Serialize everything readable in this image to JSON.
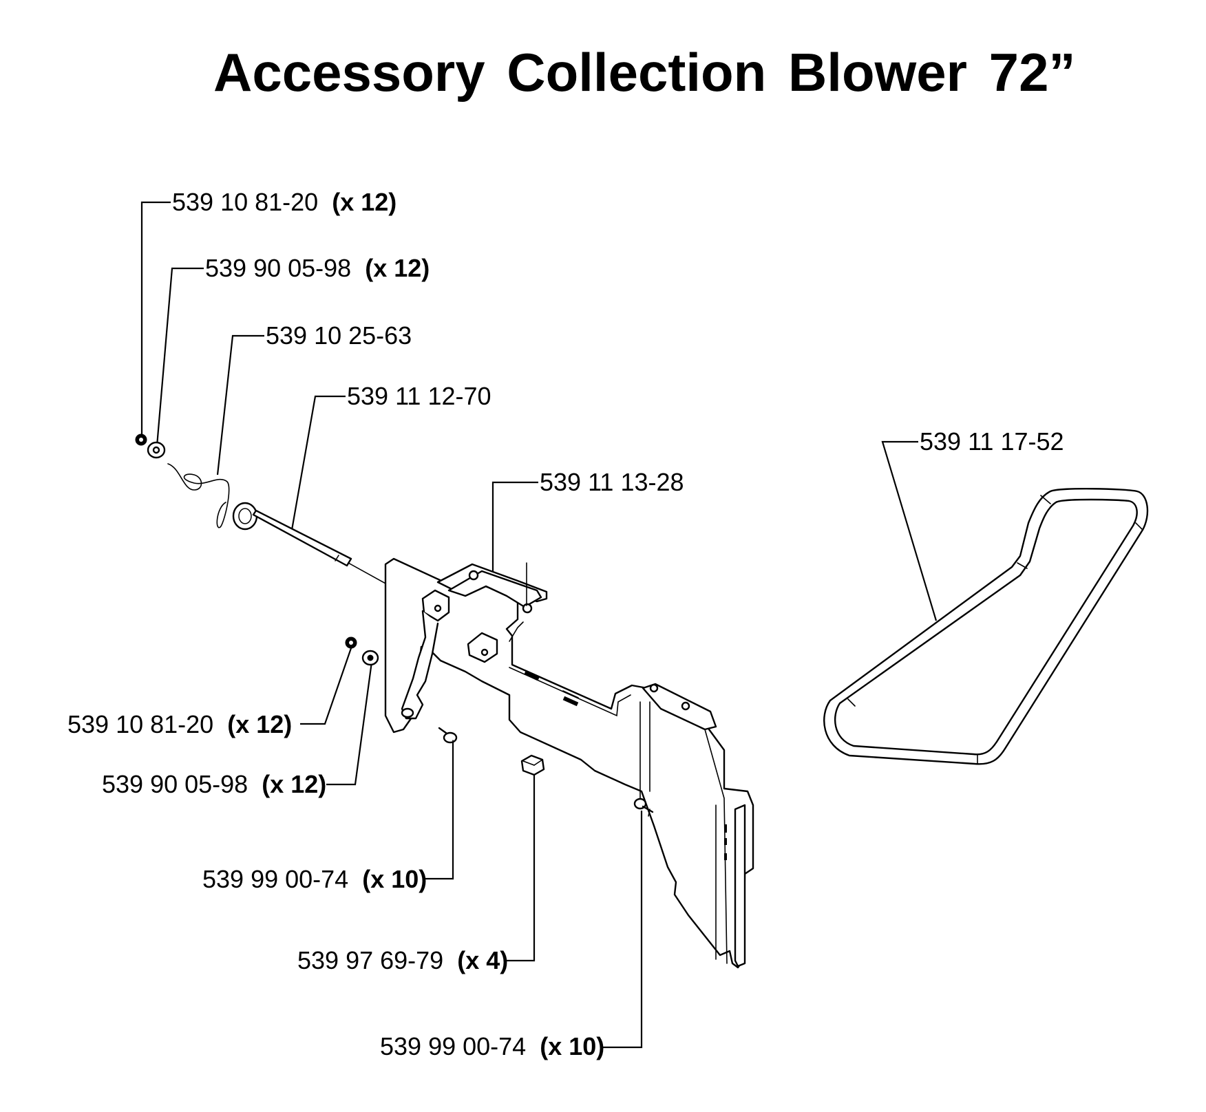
{
  "title": "Accessory Collection Blower 72”",
  "callouts": {
    "pin_top": {
      "part": "539 10 81-20",
      "qty": "(x 12)"
    },
    "washer_top": {
      "part": "539 90 05-98",
      "qty": "(x 12)"
    },
    "lanyard": {
      "part": "539 10 25-63",
      "qty": ""
    },
    "rod": {
      "part": "539 11 12-70",
      "qty": ""
    },
    "bracket": {
      "part": "539 11 13-28",
      "qty": ""
    },
    "belt": {
      "part": "539 11 17-52",
      "qty": ""
    },
    "pin_left": {
      "part": "539 10 81-20",
      "qty": "(x 12)"
    },
    "washer_left": {
      "part": "539 90 05-98",
      "qty": "(x 12)"
    },
    "bolt_a": {
      "part": "539 99 00-74",
      "qty": "(x 10)"
    },
    "nut": {
      "part": "539 97 69-79",
      "qty": "(x 4)"
    },
    "bolt_b": {
      "part": "539 99 00-74",
      "qty": "(x 10)"
    }
  }
}
